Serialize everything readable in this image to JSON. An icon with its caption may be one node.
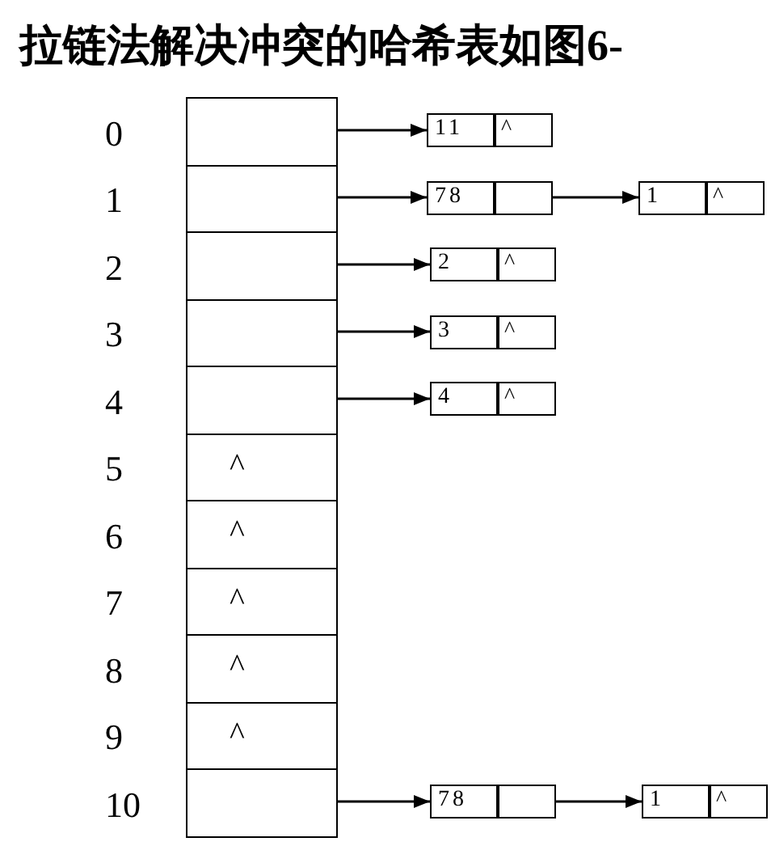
{
  "diagram": {
    "title": "拉链法解决冲突的哈希表如图6-",
    "nodes": [
      {
        "text": [],
        "shape": "box",
        "beside": [
          "0"
        ]
      },
      {
        "text": [],
        "shape": "box",
        "beside": [
          "1"
        ]
      },
      {
        "text": [],
        "shape": "box",
        "beside": [
          "2"
        ]
      },
      {
        "text": [],
        "shape": "box",
        "beside": [
          "3"
        ]
      },
      {
        "text": [],
        "shape": "box",
        "beside": [
          "4"
        ]
      },
      {
        "text": [
          "^"
        ],
        "beside": [
          "5"
        ]
      },
      {
        "text": [
          "^"
        ],
        "beside": [
          "6"
        ]
      },
      {
        "text": [
          "^"
        ],
        "beside": [
          "7"
        ]
      },
      {
        "text": [
          "^"
        ],
        "beside": [
          "8"
        ]
      },
      {
        "text": [
          "^"
        ],
        "beside": [
          "9"
        ]
      },
      {
        "text": [],
        "shape": "box",
        "beside": [
          "10"
        ]
      },
      {
        "text": [
          "11",
          "^"
        ]
      },
      {
        "text": [
          "78"
        ]
      },
      {
        "text": [
          "1",
          "^"
        ]
      },
      {
        "text": [
          "2",
          "^"
        ]
      },
      {
        "text": [
          "3",
          "^"
        ]
      },
      {
        "text": [
          "4",
          "^"
        ]
      },
      {
        "text": [
          "78"
        ]
      },
      {
        "text": [
          "1",
          "^"
        ]
      }
    ],
    "edges": [
      {
        "from": 0,
        "to": 11,
        "arrow": "to"
      },
      {
        "from": 1,
        "to": 12,
        "arrow": "to"
      },
      {
        "from": 12,
        "to": 13,
        "arrow": "to"
      },
      {
        "from": 2,
        "to": 14,
        "arrow": "to"
      },
      {
        "from": 3,
        "to": 15,
        "arrow": "to"
      },
      {
        "from": 4,
        "to": 16,
        "arrow": "to"
      },
      {
        "from": 10,
        "to": 17,
        "arrow": "to"
      },
      {
        "from": 17,
        "to": 18,
        "arrow": "to"
      }
    ]
  }
}
